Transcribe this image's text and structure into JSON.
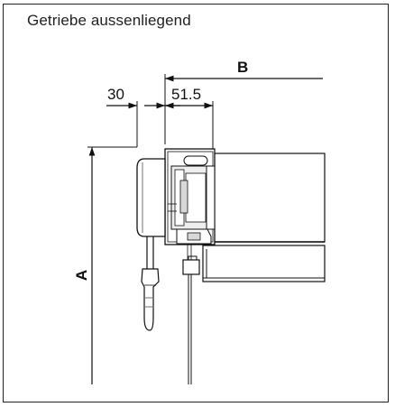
{
  "title": "Getriebe aussenliegend",
  "dimensions": {
    "d30": "30",
    "d515": "51.5",
    "B": "B",
    "A": "A"
  },
  "colors": {
    "line": "#111111",
    "housing": "#ffffff",
    "shade": "#d8d8d8"
  }
}
